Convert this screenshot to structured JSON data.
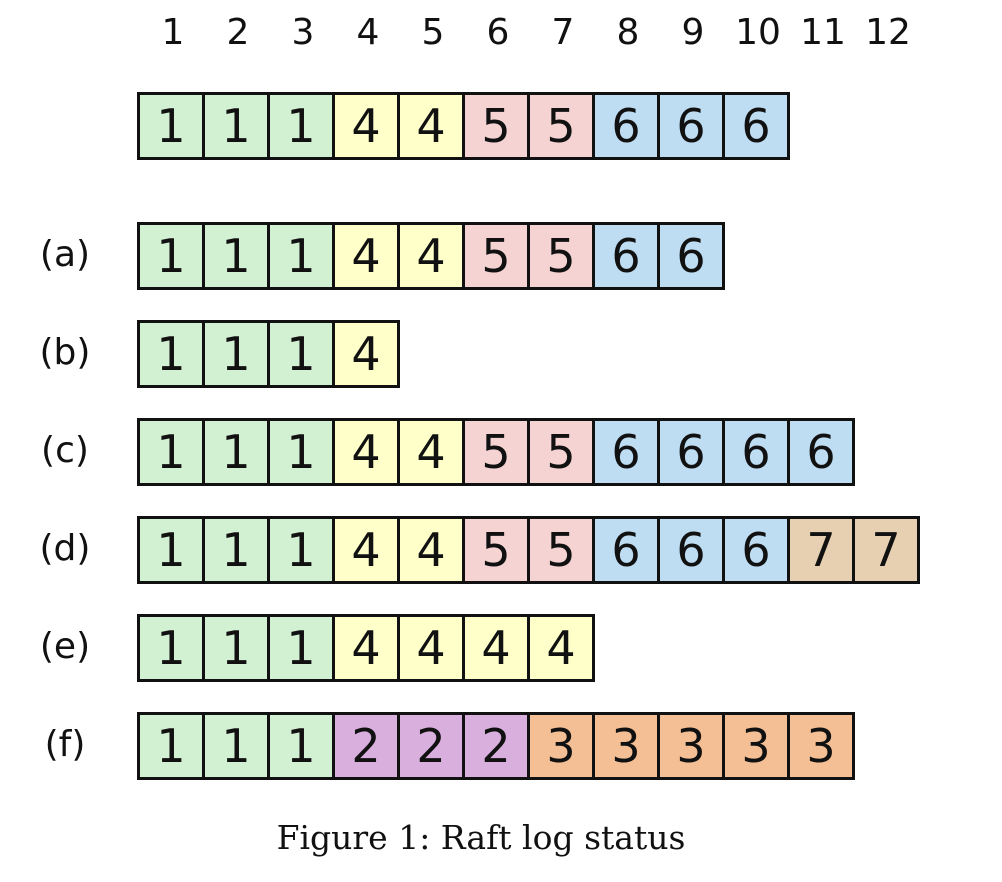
{
  "indices": [
    "1",
    "2",
    "3",
    "4",
    "5",
    "6",
    "7",
    "8",
    "9",
    "10",
    "11",
    "12"
  ],
  "term_colors": {
    "1": "#d2f0d2",
    "2": "#d9afdd",
    "3": "#f4bf95",
    "4": "#ffffca",
    "5": "#f5d3d3",
    "6": "#bedcf2",
    "7": "#e6d0b1"
  },
  "rows": [
    {
      "label": "",
      "terms": [
        "1",
        "1",
        "1",
        "4",
        "4",
        "5",
        "5",
        "6",
        "6",
        "6"
      ]
    },
    {
      "label": "(a)",
      "terms": [
        "1",
        "1",
        "1",
        "4",
        "4",
        "5",
        "5",
        "6",
        "6"
      ]
    },
    {
      "label": "(b)",
      "terms": [
        "1",
        "1",
        "1",
        "4"
      ]
    },
    {
      "label": "(c)",
      "terms": [
        "1",
        "1",
        "1",
        "4",
        "4",
        "5",
        "5",
        "6",
        "6",
        "6",
        "6"
      ]
    },
    {
      "label": "(d)",
      "terms": [
        "1",
        "1",
        "1",
        "4",
        "4",
        "5",
        "5",
        "6",
        "6",
        "6",
        "7",
        "7"
      ]
    },
    {
      "label": "(e)",
      "terms": [
        "1",
        "1",
        "1",
        "4",
        "4",
        "4",
        "4"
      ]
    },
    {
      "label": "(f)",
      "terms": [
        "1",
        "1",
        "1",
        "2",
        "2",
        "2",
        "3",
        "3",
        "3",
        "3",
        "3"
      ]
    }
  ],
  "caption": "Figure 1: Raft log status"
}
